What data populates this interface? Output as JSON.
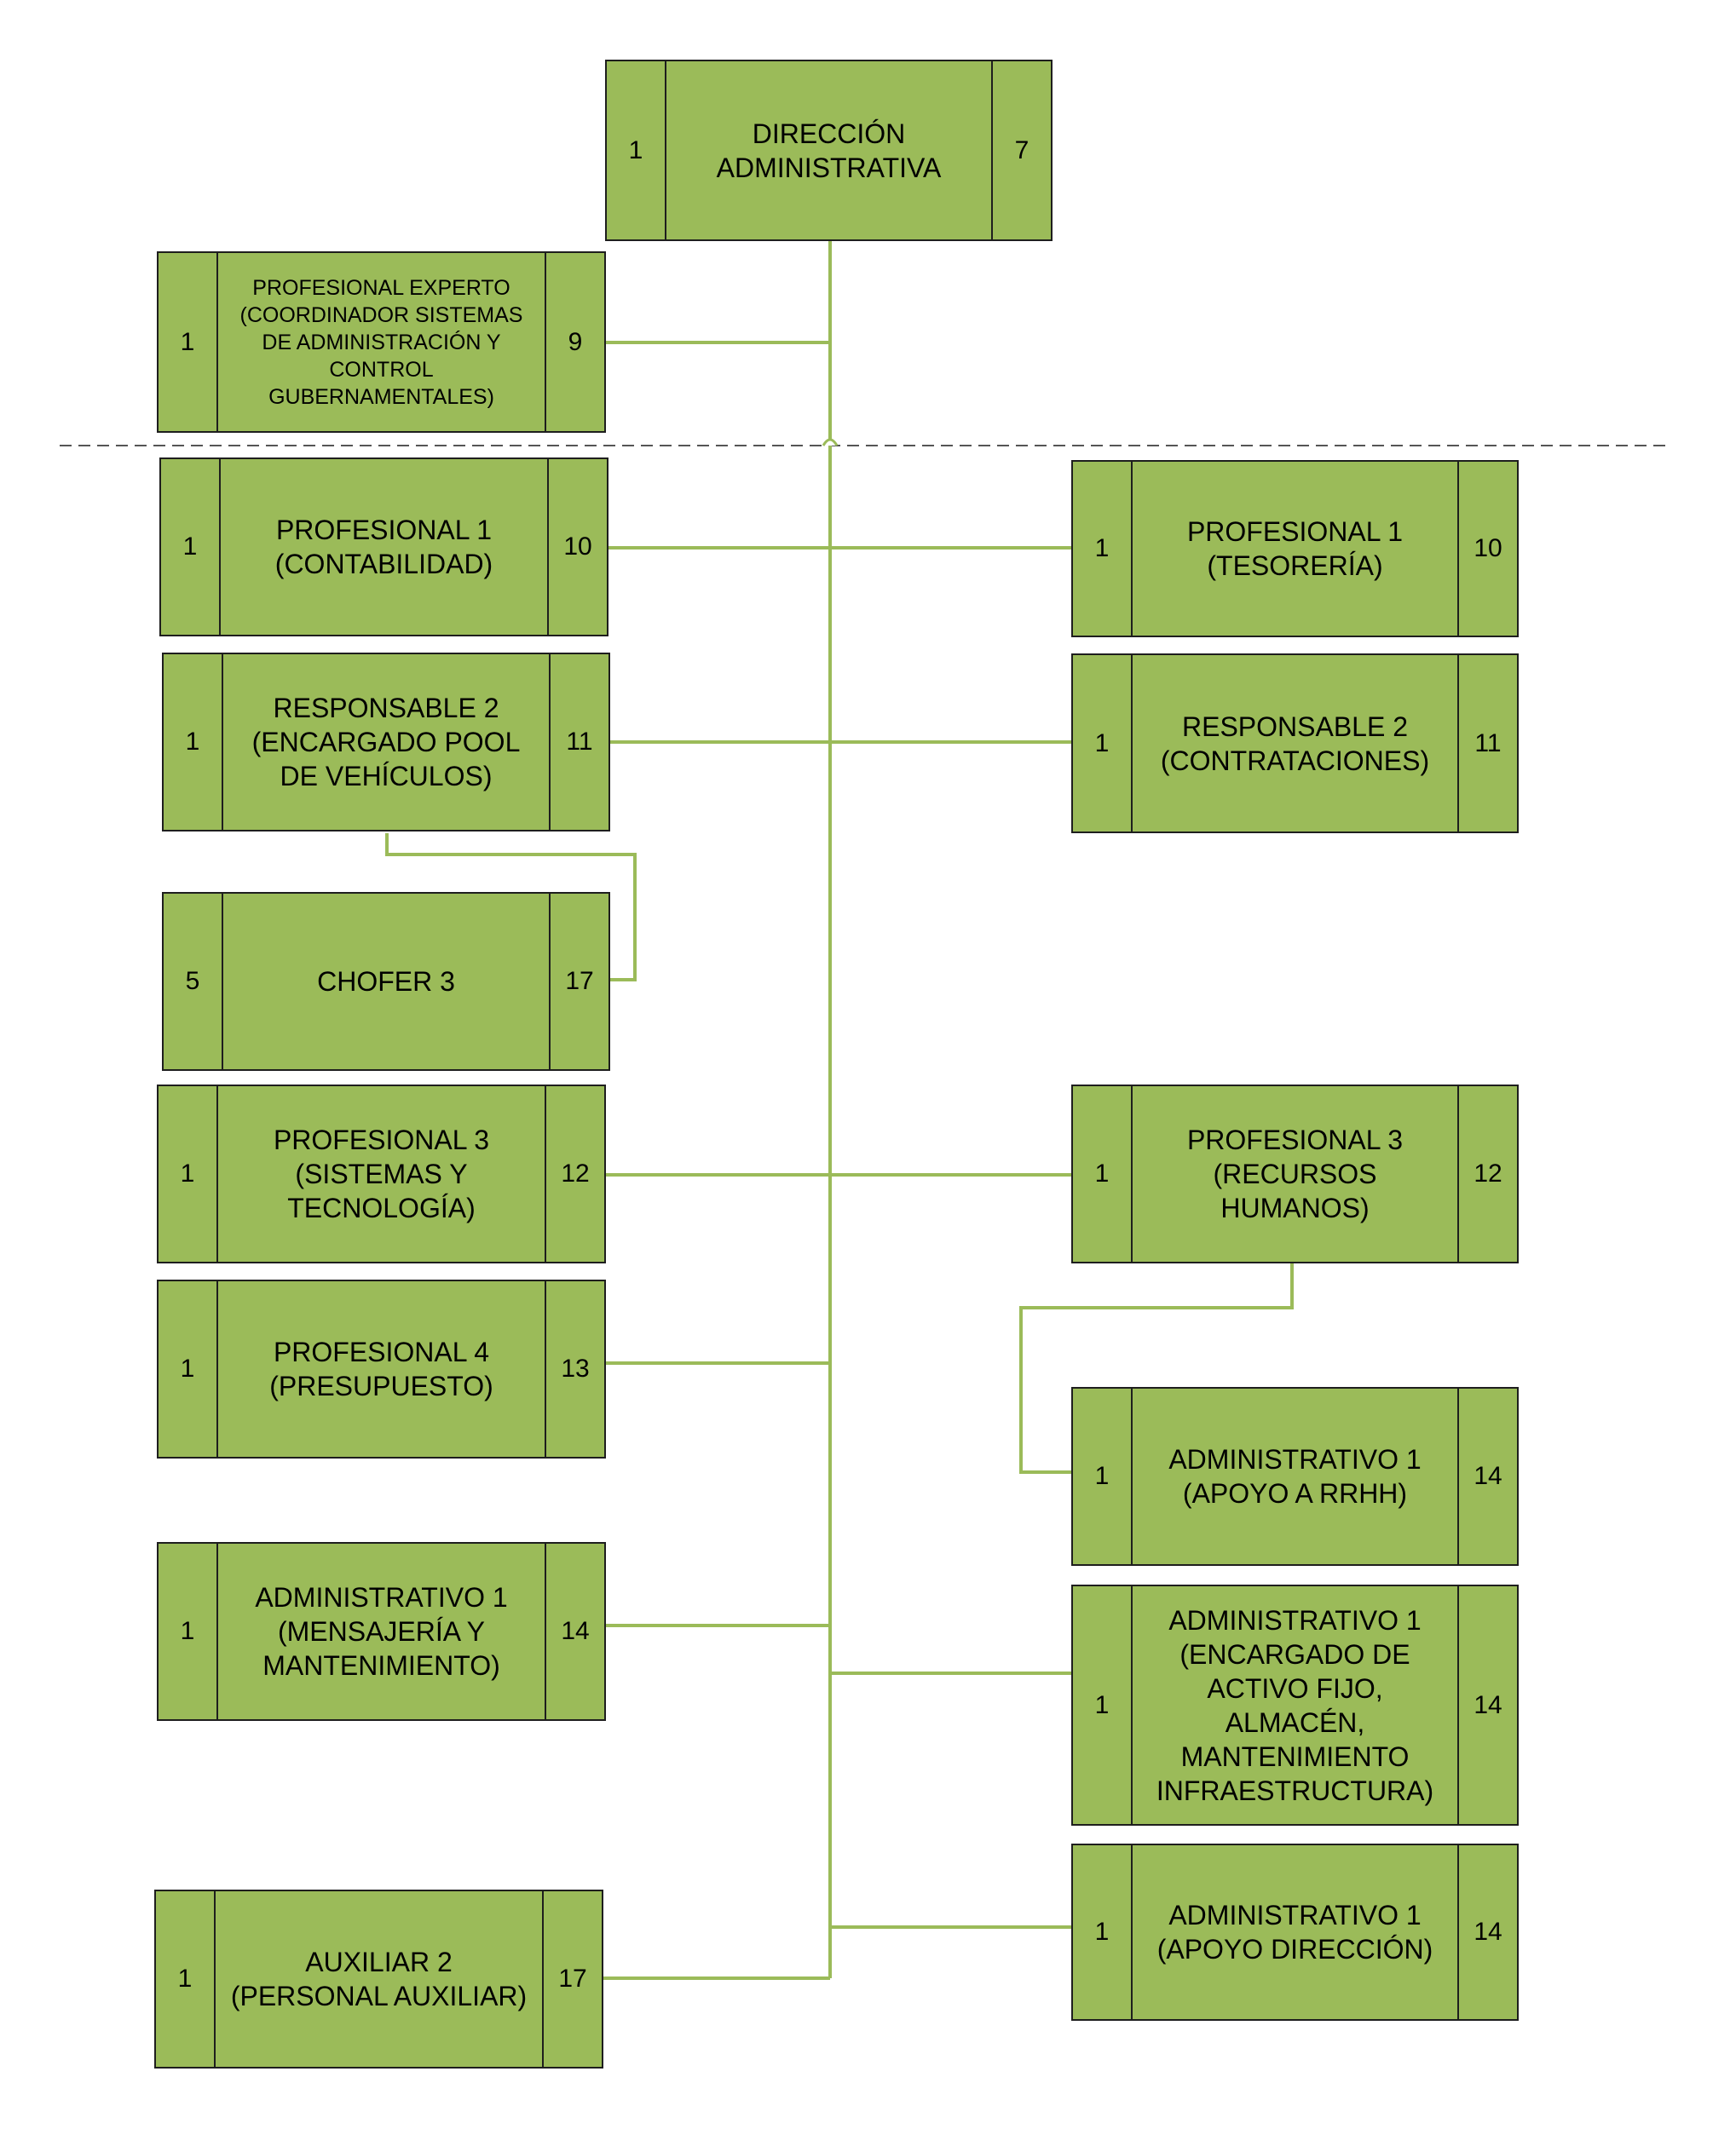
{
  "diagram": {
    "line_color": "#9bbb59",
    "box_color": "#9bbb59",
    "nodes": [
      {
        "id": "direccion",
        "count": "1",
        "title": "DIRECCIÓN\nADMINISTRATIVA",
        "level": "7"
      },
      {
        "id": "prof-experto",
        "count": "1",
        "title": "PROFESIONAL EXPERTO\n(COORDINADOR SISTEMAS\nDE ADMINISTRACIÓN Y\nCONTROL\nGUBERNAMENTALES)",
        "level": "9"
      },
      {
        "id": "prof1-contabilidad",
        "count": "1",
        "title": "PROFESIONAL 1\n(CONTABILIDAD)",
        "level": "10"
      },
      {
        "id": "prof1-tesoreria",
        "count": "1",
        "title": "PROFESIONAL 1\n(TESORERÍA)",
        "level": "10"
      },
      {
        "id": "resp2-pool",
        "count": "1",
        "title": "RESPONSABLE 2\n(ENCARGADO POOL\nDE VEHÍCULOS)",
        "level": "11"
      },
      {
        "id": "resp2-contrataciones",
        "count": "1",
        "title": "RESPONSABLE 2\n(CONTRATACIONES)",
        "level": "11"
      },
      {
        "id": "chofer3",
        "count": "5",
        "title": "CHOFER 3",
        "level": "17"
      },
      {
        "id": "prof3-sistemas",
        "count": "1",
        "title": "PROFESIONAL 3\n(SISTEMAS Y\nTECNOLOGÍA)",
        "level": "12"
      },
      {
        "id": "prof3-rrhh",
        "count": "1",
        "title": "PROFESIONAL 3\n(RECURSOS\nHUMANOS)",
        "level": "12"
      },
      {
        "id": "prof4-presupuesto",
        "count": "1",
        "title": "PROFESIONAL 4\n(PRESUPUESTO)",
        "level": "13"
      },
      {
        "id": "admin1-rrhh",
        "count": "1",
        "title": "ADMINISTRATIVO 1\n(APOYO A RRHH)",
        "level": "14"
      },
      {
        "id": "admin1-mensajeria",
        "count": "1",
        "title": "ADMINISTRATIVO 1\n(MENSAJERÍA Y\nMANTENIMIENTO)",
        "level": "14"
      },
      {
        "id": "admin1-activo",
        "count": "1",
        "title": "ADMINISTRATIVO 1\n(ENCARGADO DE\nACTIVO FIJO,\nALMACÉN,\nMANTENIMIENTO\nINFRAESTRUCTURA)",
        "level": "14"
      },
      {
        "id": "admin1-direccion",
        "count": "1",
        "title": "ADMINISTRATIVO 1\n(APOYO DIRECCIÓN)",
        "level": "14"
      },
      {
        "id": "auxiliar2",
        "count": "1",
        "title": "AUXILIAR 2\n(PERSONAL AUXILIAR)",
        "level": "17"
      }
    ]
  }
}
